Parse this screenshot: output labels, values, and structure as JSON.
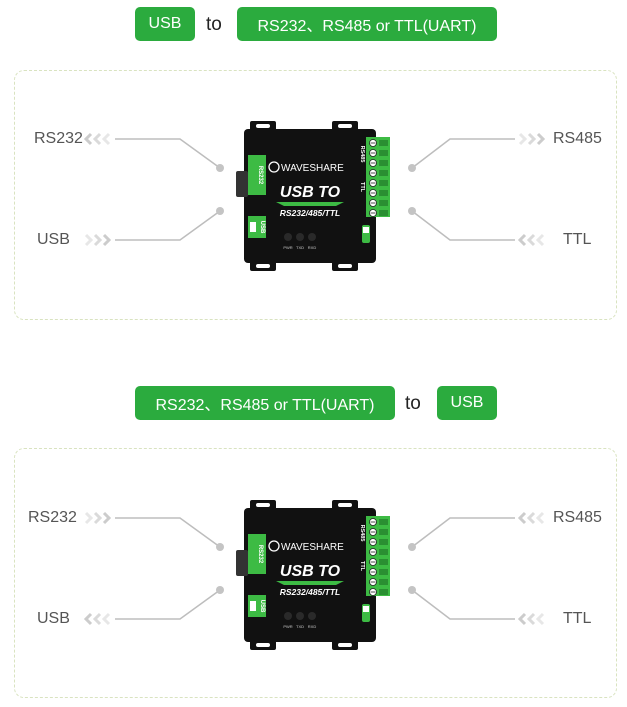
{
  "top": {
    "pill_from": "USB",
    "connector": "to",
    "pill_to": "RS232、RS485 or TTL(UART)",
    "labels": {
      "top_left": "RS232",
      "bottom_left": "USB",
      "top_right": "RS485",
      "bottom_right": "TTL"
    },
    "arrow_style": {
      "top_left": "left",
      "bottom_left": "right",
      "top_right": "right",
      "bottom_right": "left"
    }
  },
  "bottom": {
    "pill_from": "RS232、RS485 or TTL(UART)",
    "connector": "to",
    "pill_to": "USB",
    "labels": {
      "top_left": "RS232",
      "bottom_left": "USB",
      "top_right": "RS485",
      "bottom_right": "TTL"
    },
    "arrow_style": {
      "top_left": "right",
      "bottom_left": "left",
      "top_right": "left",
      "bottom_right": "left"
    }
  },
  "device": {
    "brand": "WAVESHARE",
    "title": "USB TO",
    "subtitle": "RS232/485/TTL",
    "side_rs485": "RS485",
    "side_ttl": "TTL",
    "side_rs232": "RS232",
    "side_usb": "USB",
    "leds": [
      "PWR",
      "TXD",
      "RXD"
    ]
  },
  "colors": {
    "accent": "#2bab3e",
    "device_body": "#111111",
    "terminal": "#3dbb44"
  }
}
